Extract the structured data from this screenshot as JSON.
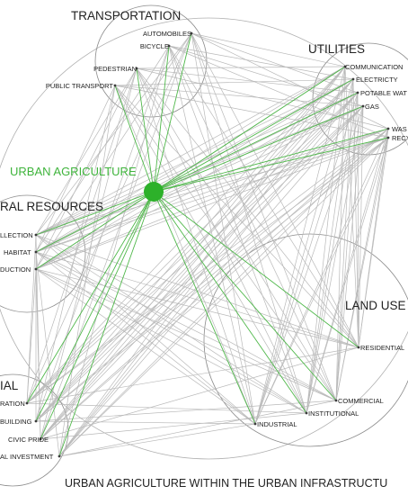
{
  "caption": "URBAN AGRICULTURE WITHIN THE URBAN INFRASTRUCTU",
  "hub": {
    "label": "URBAN AGRICULTURE",
    "color": "#2db12a"
  },
  "categories": {
    "transportation": {
      "title": "TRANSPORTATION",
      "items": [
        "AUTOMOBILES",
        "BICYCLE",
        "PEDESTRIAN",
        "PUBLIC TRANSPORT"
      ]
    },
    "utilities": {
      "title": "UTILITIES",
      "items": [
        "COMMUNICATION",
        "ELECTRICTY",
        "POTABLE WAT",
        "GAS",
        "WAS",
        "RECY"
      ]
    },
    "natural_resources": {
      "title": "RAL RESOURCES",
      "items": [
        "LLECTION",
        "HABITAT",
        "DUCTION"
      ]
    },
    "land_use": {
      "title": "LAND USE",
      "items": [
        "RESIDENTIAL",
        "COMMERCIAL",
        "INSTITUTIONAL",
        "INDUSTRIAL"
      ]
    },
    "social": {
      "title": "IAL",
      "items": [
        "RATION",
        "BUILDING",
        "CIVIC PRIDE",
        "AL INVESTMENT"
      ]
    }
  },
  "colors": {
    "grey_link": "#b9b9b9",
    "green_link": "#4fb84a",
    "cluster": "#8c8c8c"
  }
}
